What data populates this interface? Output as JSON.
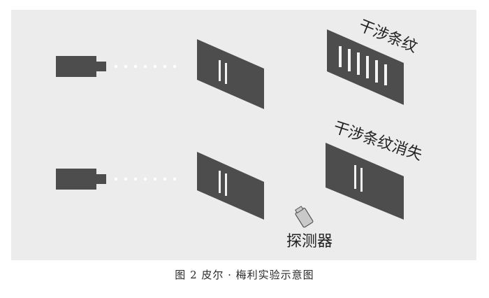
{
  "diagram": {
    "labels": {
      "fringes": "干涉条纹",
      "fringes_vanish": "干涉条纹消失",
      "detector": "探测器"
    },
    "caption": "图 2  皮尔 · 梅利实验示意图"
  },
  "colors": {
    "background": "#ececec",
    "device": "#4d4d4d",
    "slit": "#f2f2f2",
    "beam_dot": "#ffffff",
    "fringe_bright": "#f4f4f4",
    "detector": "#c9c9c9"
  }
}
